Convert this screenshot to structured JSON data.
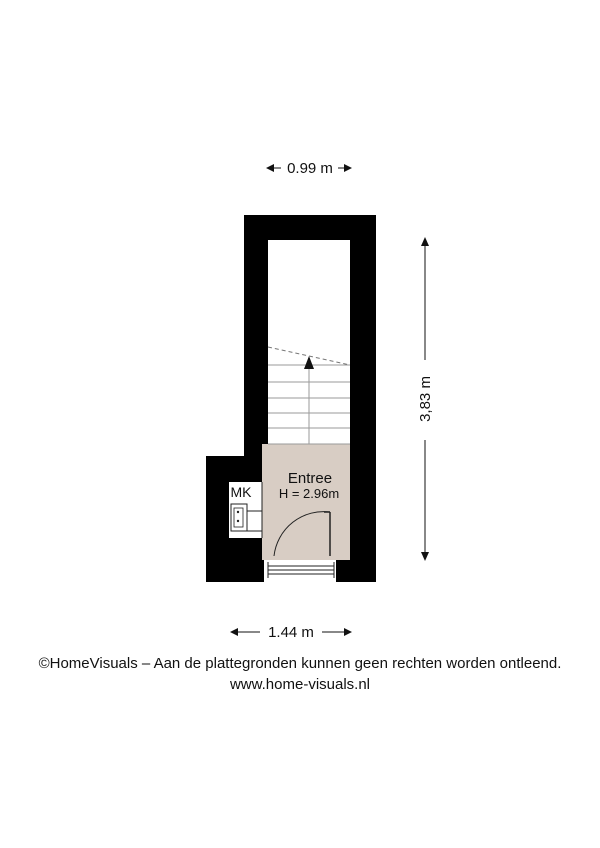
{
  "dimensions": {
    "top_width": "0.99 m",
    "right_height": "3,83 m",
    "bottom_width": "1.44 m"
  },
  "room": {
    "name": "Entree",
    "height": "H = 2.96m"
  },
  "fixture": {
    "meter_cupboard": "MK"
  },
  "footer": {
    "copyright": "©HomeVisuals – Aan de plattegronden kunnen geen rechten worden ontleend.",
    "website": "www.home-visuals.nl"
  },
  "colors": {
    "wall": "#000000",
    "room_floor": "#d8cdc4",
    "background": "#ffffff"
  }
}
